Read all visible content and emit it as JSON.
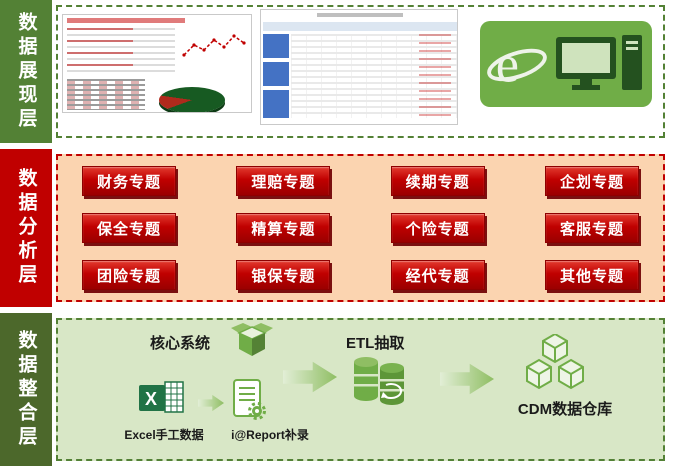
{
  "layers": {
    "presentation": {
      "sidebar_label": "数据展现层"
    },
    "analysis": {
      "sidebar_label": "数据分析层",
      "buttons": [
        "财务专题",
        "理赔专题",
        "续期专题",
        "企划专题",
        "保全专题",
        "精算专题",
        "个险专题",
        "客服专题",
        "团险专题",
        "银保专题",
        "经代专题",
        "其他专题"
      ]
    },
    "integration": {
      "sidebar_label": "数据整合层",
      "core_system_label": "核心系统",
      "etl_label": "ETL抽取",
      "warehouse_label": "CDM数据仓库",
      "excel_label": "Excel手工数据",
      "ireport_label": "i@Report补录"
    }
  },
  "icons": {
    "ie_browser": "e-with-orbit-ring",
    "monitor": "desktop-computer-with-tower",
    "open_box": "open-package-box",
    "database": "database-cylinders",
    "cubes": "stacked-wireframe-cubes",
    "excel": "excel-x-with-sheet",
    "report_doc": "document-with-gear",
    "arrow": "right-block-arrow"
  },
  "colors": {
    "presentation_green": "#538135",
    "integration_green": "#4c682b",
    "analysis_red": "#c00000",
    "analysis_bg": "#fbd4b0",
    "integration_bg": "#d8e7c6",
    "accent_green": "#70ad47",
    "excel_green": "#217346"
  }
}
